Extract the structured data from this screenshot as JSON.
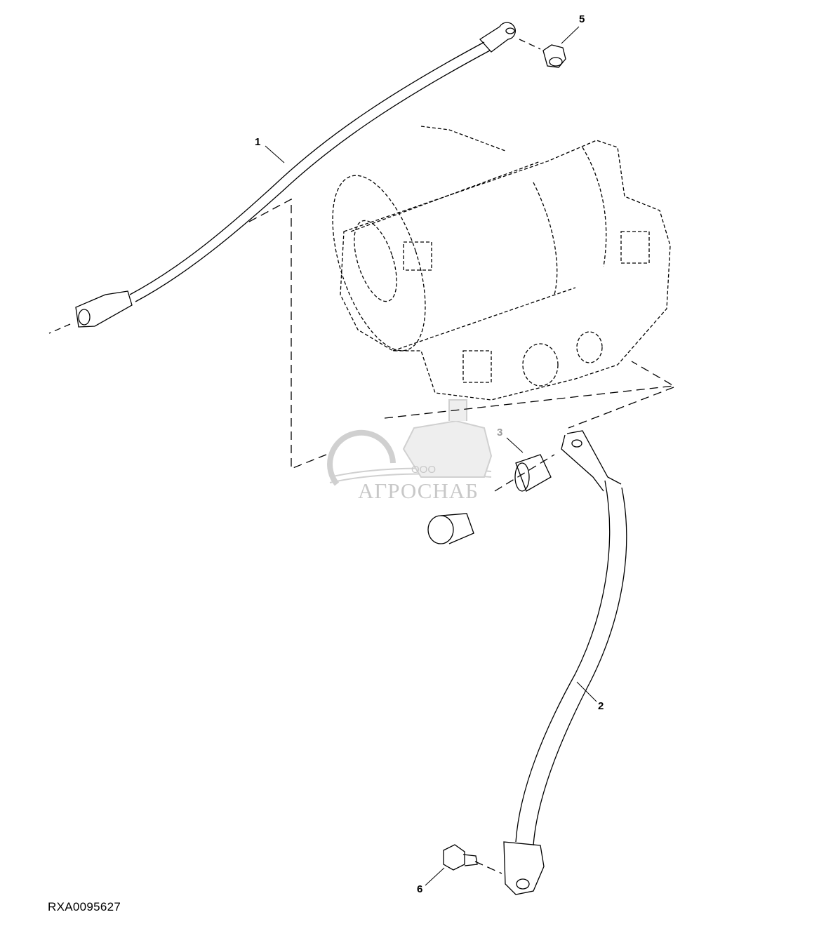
{
  "diagram": {
    "figure_id": "RXA0095627",
    "callouts": [
      {
        "number": "1",
        "part": "cable-1"
      },
      {
        "number": "2",
        "part": "cable-2"
      },
      {
        "number": "3",
        "part": "spacer"
      },
      {
        "number": "5",
        "part": "nut"
      },
      {
        "number": "6",
        "part": "bolt"
      }
    ],
    "watermark": {
      "prefix": "ООО",
      "name": "АГРОСНАБ"
    }
  }
}
